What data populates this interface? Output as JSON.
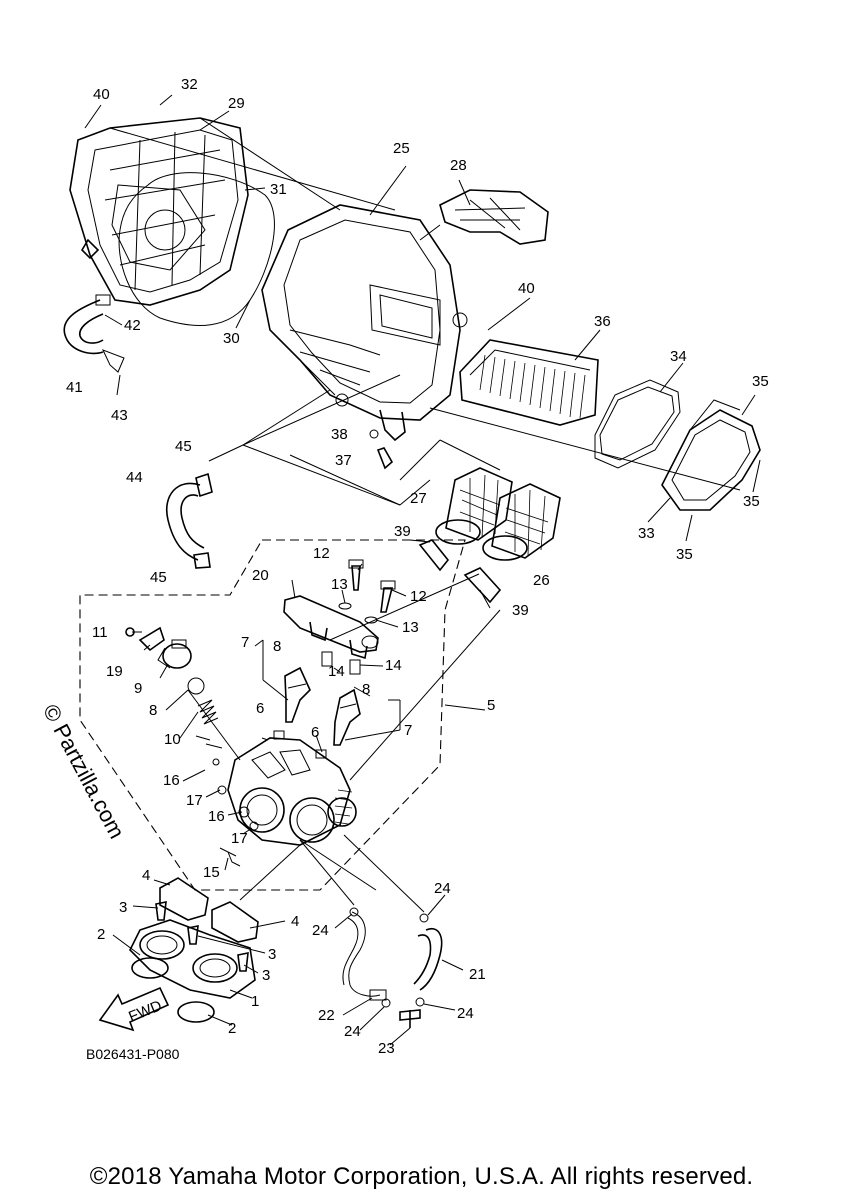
{
  "diagram": {
    "code": "B026431-P080",
    "watermark": "© Partzilla.com",
    "copyright": "©2018 Yamaha Motor Corporation, U.S.A. All rights reserved.",
    "fwd_label": "FWD",
    "callouts": [
      {
        "id": "c40a",
        "text": "40"
      },
      {
        "id": "c32",
        "text": "32"
      },
      {
        "id": "c29",
        "text": "29"
      },
      {
        "id": "c25",
        "text": "25"
      },
      {
        "id": "c28",
        "text": "28"
      },
      {
        "id": "c31",
        "text": "31"
      },
      {
        "id": "c40b",
        "text": "40"
      },
      {
        "id": "c36",
        "text": "36"
      },
      {
        "id": "c42",
        "text": "42"
      },
      {
        "id": "c30",
        "text": "30"
      },
      {
        "id": "c41",
        "text": "41"
      },
      {
        "id": "c43",
        "text": "43"
      },
      {
        "id": "c34",
        "text": "34"
      },
      {
        "id": "c35a",
        "text": "35"
      },
      {
        "id": "c38",
        "text": "38"
      },
      {
        "id": "c37",
        "text": "37"
      },
      {
        "id": "c45a",
        "text": "45"
      },
      {
        "id": "c44",
        "text": "44"
      },
      {
        "id": "c27",
        "text": "27"
      },
      {
        "id": "c35b",
        "text": "35"
      },
      {
        "id": "c33",
        "text": "33"
      },
      {
        "id": "c35c",
        "text": "35"
      },
      {
        "id": "c39a",
        "text": "39"
      },
      {
        "id": "c26",
        "text": "26"
      },
      {
        "id": "c45b",
        "text": "45"
      },
      {
        "id": "c12a",
        "text": "12"
      },
      {
        "id": "c20",
        "text": "20"
      },
      {
        "id": "c13a",
        "text": "13"
      },
      {
        "id": "c12b",
        "text": "12"
      },
      {
        "id": "c39b",
        "text": "39"
      },
      {
        "id": "c13b",
        "text": "13"
      },
      {
        "id": "c11",
        "text": "11"
      },
      {
        "id": "c7a",
        "text": "7"
      },
      {
        "id": "c8a",
        "text": "8"
      },
      {
        "id": "c14a",
        "text": "14"
      },
      {
        "id": "c14b",
        "text": "14"
      },
      {
        "id": "c19",
        "text": "19"
      },
      {
        "id": "c9",
        "text": "9"
      },
      {
        "id": "c8b",
        "text": "8"
      },
      {
        "id": "c5",
        "text": "5"
      },
      {
        "id": "c8c",
        "text": "8"
      },
      {
        "id": "c6a",
        "text": "6"
      },
      {
        "id": "c7b",
        "text": "7"
      },
      {
        "id": "c6b",
        "text": "6"
      },
      {
        "id": "c10",
        "text": "10"
      },
      {
        "id": "c16a",
        "text": "16"
      },
      {
        "id": "c17a",
        "text": "17"
      },
      {
        "id": "c16b",
        "text": "16"
      },
      {
        "id": "c17b",
        "text": "17"
      },
      {
        "id": "c15",
        "text": "15"
      },
      {
        "id": "c4a",
        "text": "4"
      },
      {
        "id": "c24a",
        "text": "24"
      },
      {
        "id": "c3a",
        "text": "3"
      },
      {
        "id": "c4b",
        "text": "4"
      },
      {
        "id": "c24b",
        "text": "24"
      },
      {
        "id": "c2a",
        "text": "2"
      },
      {
        "id": "c3b",
        "text": "3"
      },
      {
        "id": "c3c",
        "text": "3"
      },
      {
        "id": "c21",
        "text": "21"
      },
      {
        "id": "c1",
        "text": "1"
      },
      {
        "id": "c22",
        "text": "22"
      },
      {
        "id": "c24c",
        "text": "24"
      },
      {
        "id": "c24d",
        "text": "24"
      },
      {
        "id": "c2b",
        "text": "2"
      },
      {
        "id": "c23",
        "text": "23"
      }
    ]
  }
}
